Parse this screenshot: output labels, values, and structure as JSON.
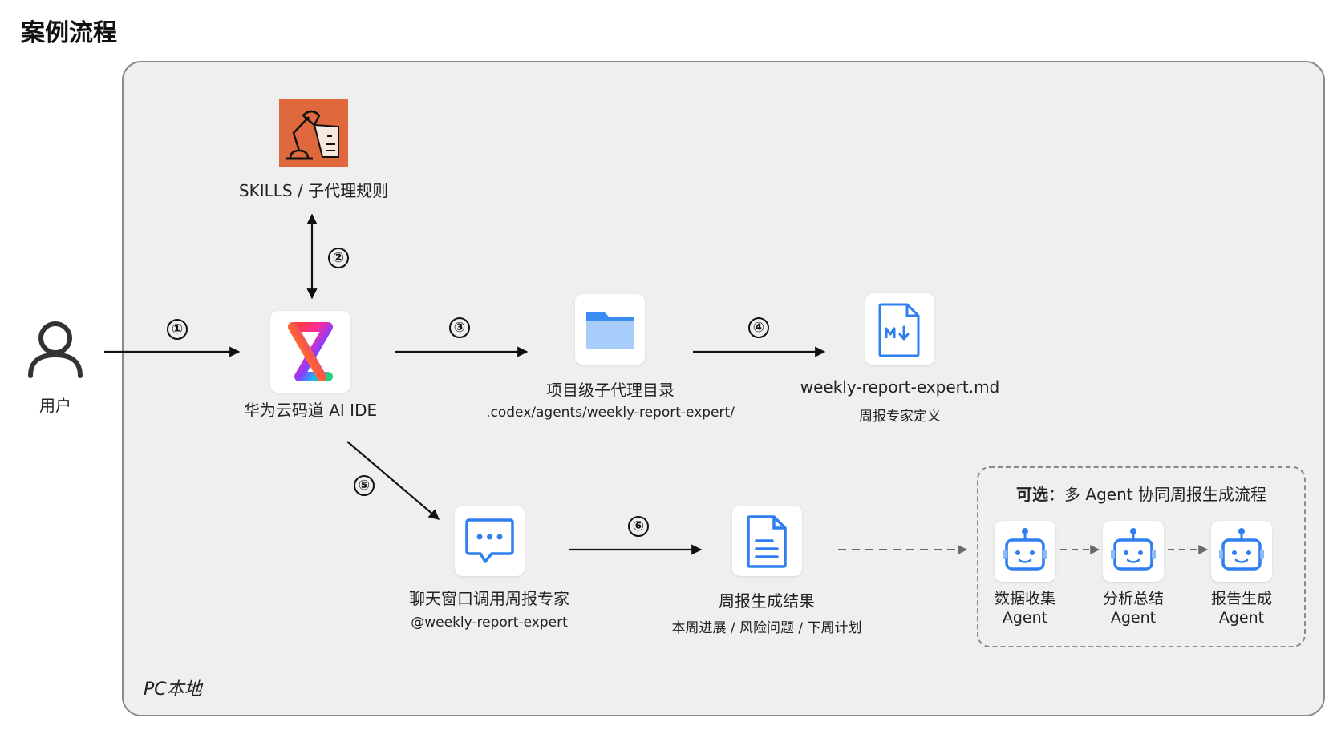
{
  "page_title": "案例流程",
  "container_label": "PC本地",
  "user": {
    "label": "用户",
    "icon": "user-icon"
  },
  "skills": {
    "label": "SKILLS / 子代理规则",
    "icon": "lamp-icon"
  },
  "ide": {
    "label": "华为云码道 AI IDE",
    "icon": "codearts-logo"
  },
  "directory": {
    "label": "项目级子代理目录",
    "path": ".codex/agents/weekly-report-expert/",
    "icon": "folder-icon"
  },
  "md_file": {
    "label": "weekly-report-expert.md",
    "sub": "周报专家定义",
    "icon": "markdown-icon"
  },
  "chat": {
    "label": "聊天窗口调用周报专家",
    "sub": "@weekly-report-expert",
    "icon": "chat-icon"
  },
  "result": {
    "label": "周报生成结果",
    "sub": "本周进展 / 风险问题 / 下周计划",
    "icon": "document-icon"
  },
  "steps": [
    "①",
    "②",
    "③",
    "④",
    "⑤",
    "⑥"
  ],
  "optional": {
    "prefix": "可选",
    "title": "多 Agent 协同周报生成流程",
    "agents": [
      {
        "name": "数据收集",
        "suffix": "Agent",
        "icon": "robot-icon"
      },
      {
        "name": "分析总结",
        "suffix": "Agent",
        "icon": "robot-icon"
      },
      {
        "name": "报告生成",
        "suffix": "Agent",
        "icon": "robot-icon"
      }
    ]
  },
  "colors": {
    "accent_blue": "#2f7ff0",
    "skills_orange": "#e0683d",
    "container_bg": "#efefef",
    "arrow": "#111111",
    "dashed": "#7a7a7a"
  }
}
